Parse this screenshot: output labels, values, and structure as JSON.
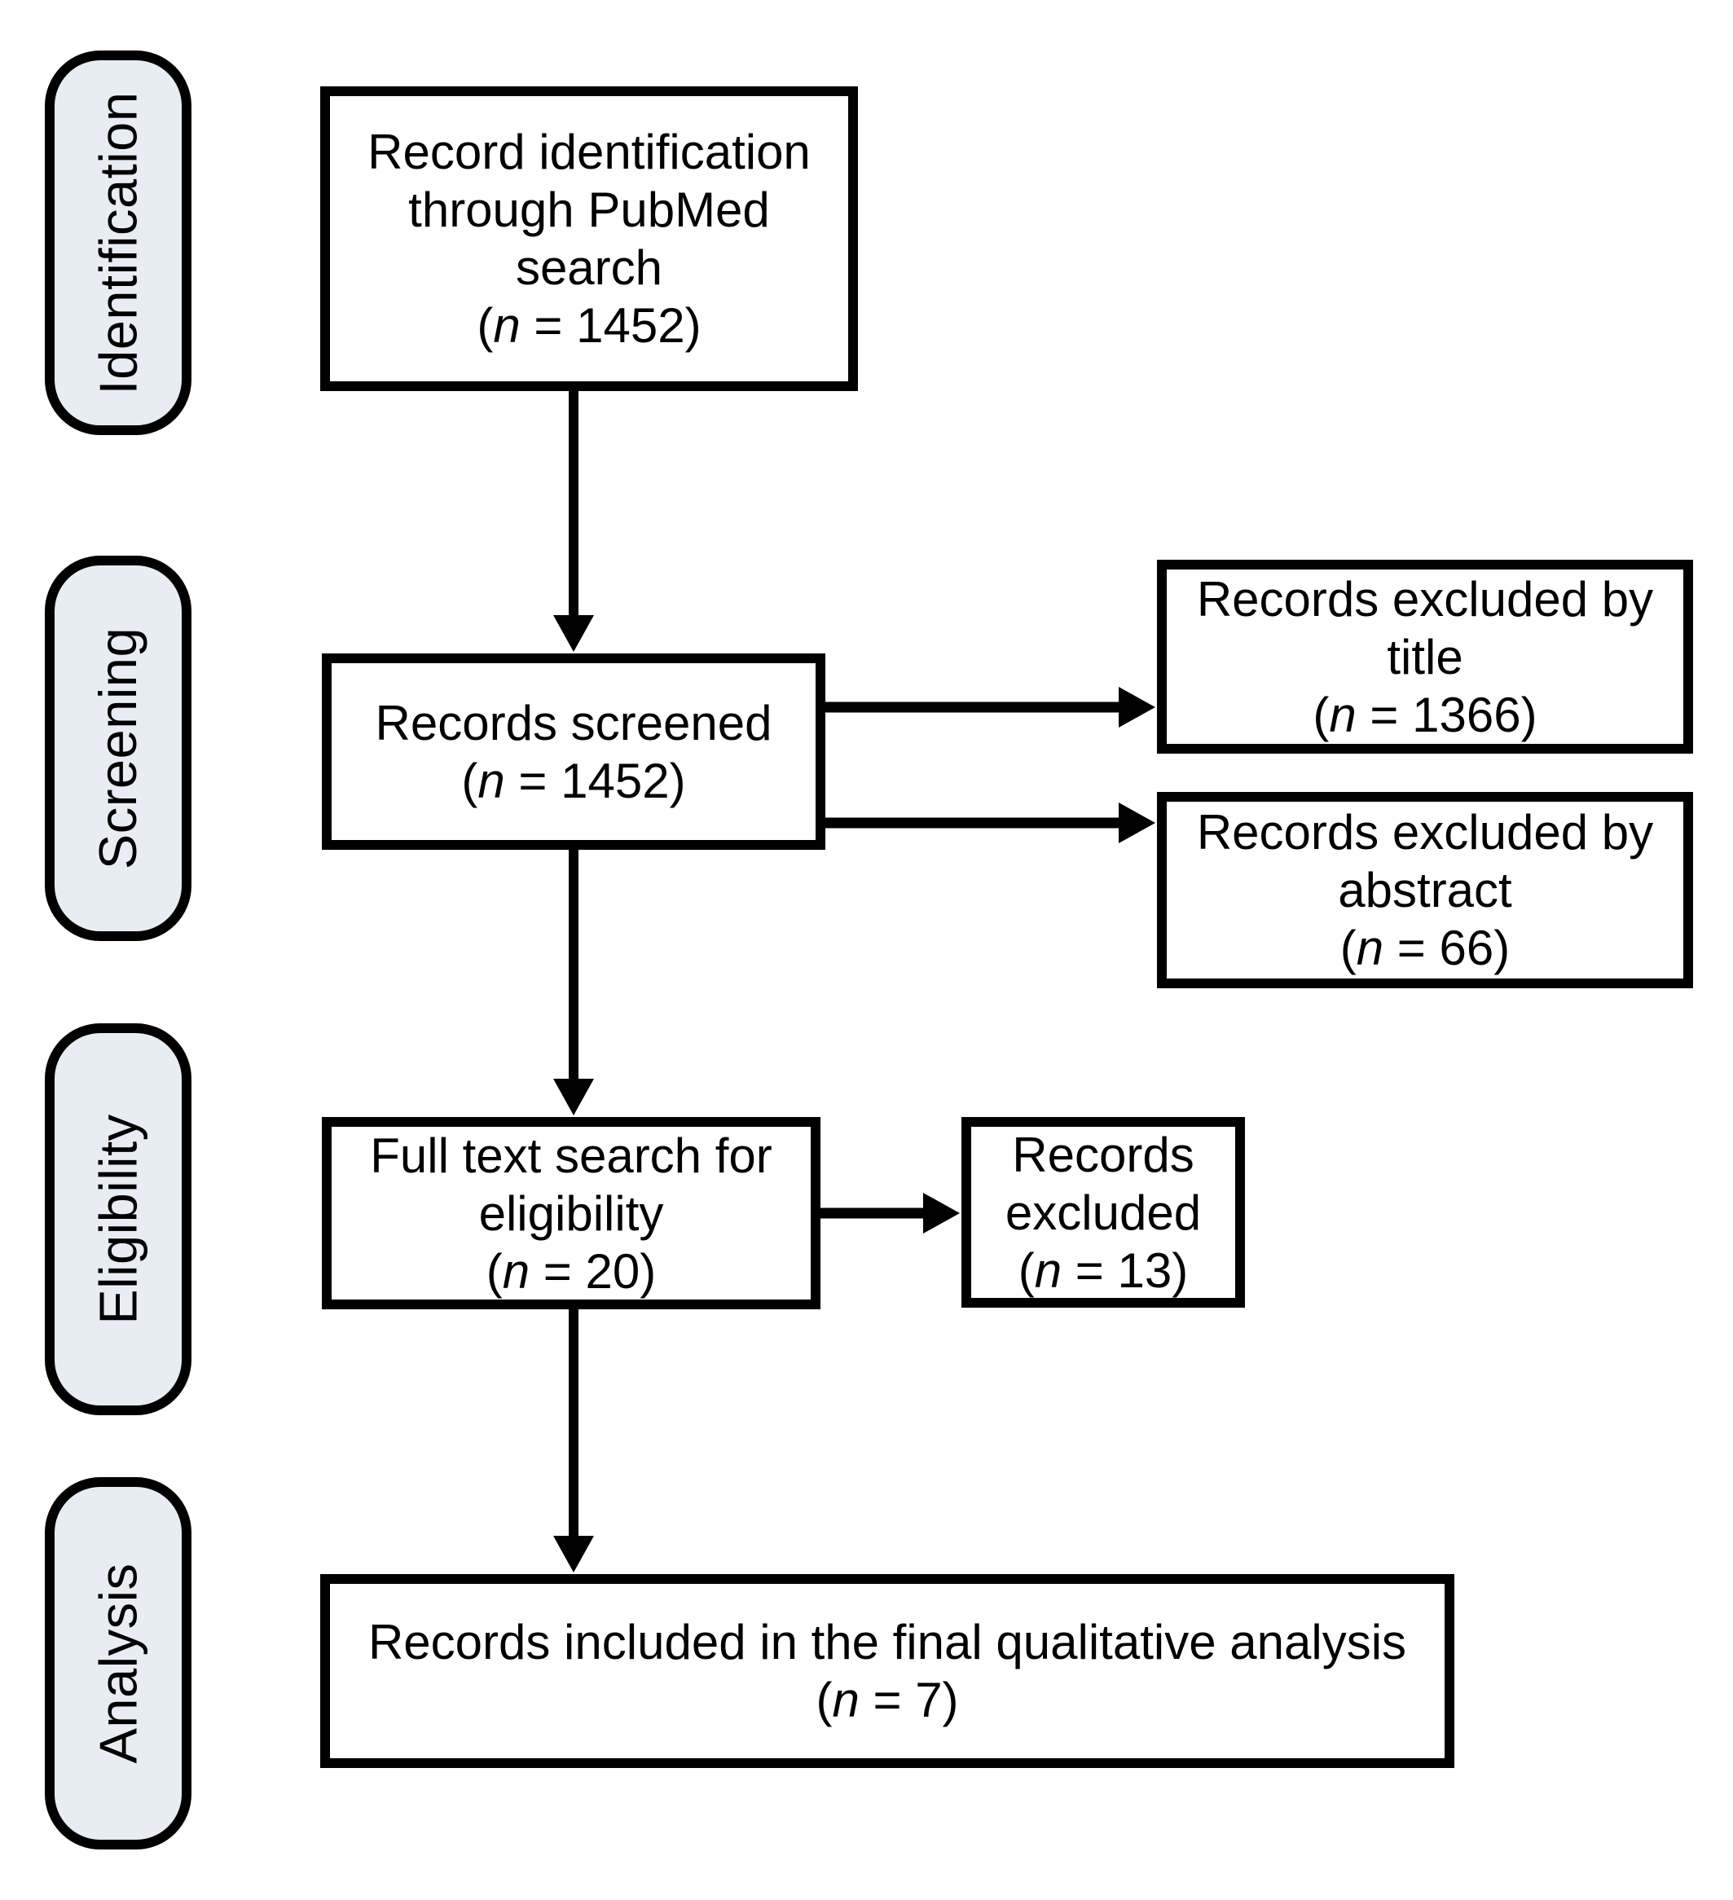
{
  "colors": {
    "background": "#ffffff",
    "stage_fill": "#e8edf3",
    "stroke": "#000000",
    "box_fill": "#ffffff",
    "text": "#000000"
  },
  "stages": [
    {
      "label": "Identification"
    },
    {
      "label": "Screening"
    },
    {
      "label": "Eligibility"
    },
    {
      "label": "Analysis"
    }
  ],
  "boxes": {
    "identification": {
      "text": "Record identification\nthrough PubMed\nsearch",
      "n_open": "(",
      "n_var": "n",
      "n_rest": " = 1452)"
    },
    "screened": {
      "text": "Records screened",
      "n_open": "(",
      "n_var": "n",
      "n_rest": " = 1452)"
    },
    "excluded_by_title": {
      "text": "Records excluded by\ntitle",
      "n_open": "(",
      "n_var": "n",
      "n_rest": " = 1366)"
    },
    "excluded_by_abstract": {
      "text": "Records excluded by\nabstract",
      "n_open": "(",
      "n_var": "n",
      "n_rest": " = 66)"
    },
    "full_text": {
      "text": "Full text search for\neligibility",
      "n_open": "(",
      "n_var": "n",
      "n_rest": " = 20)"
    },
    "excluded_full_text": {
      "text": "Records\nexcluded",
      "n_open": "(",
      "n_var": "n",
      "n_rest": " = 13)"
    },
    "included": {
      "text": "Records included in the final qualitative analysis",
      "n_open": "(",
      "n_var": "n",
      "n_rest": " = 7)"
    }
  }
}
